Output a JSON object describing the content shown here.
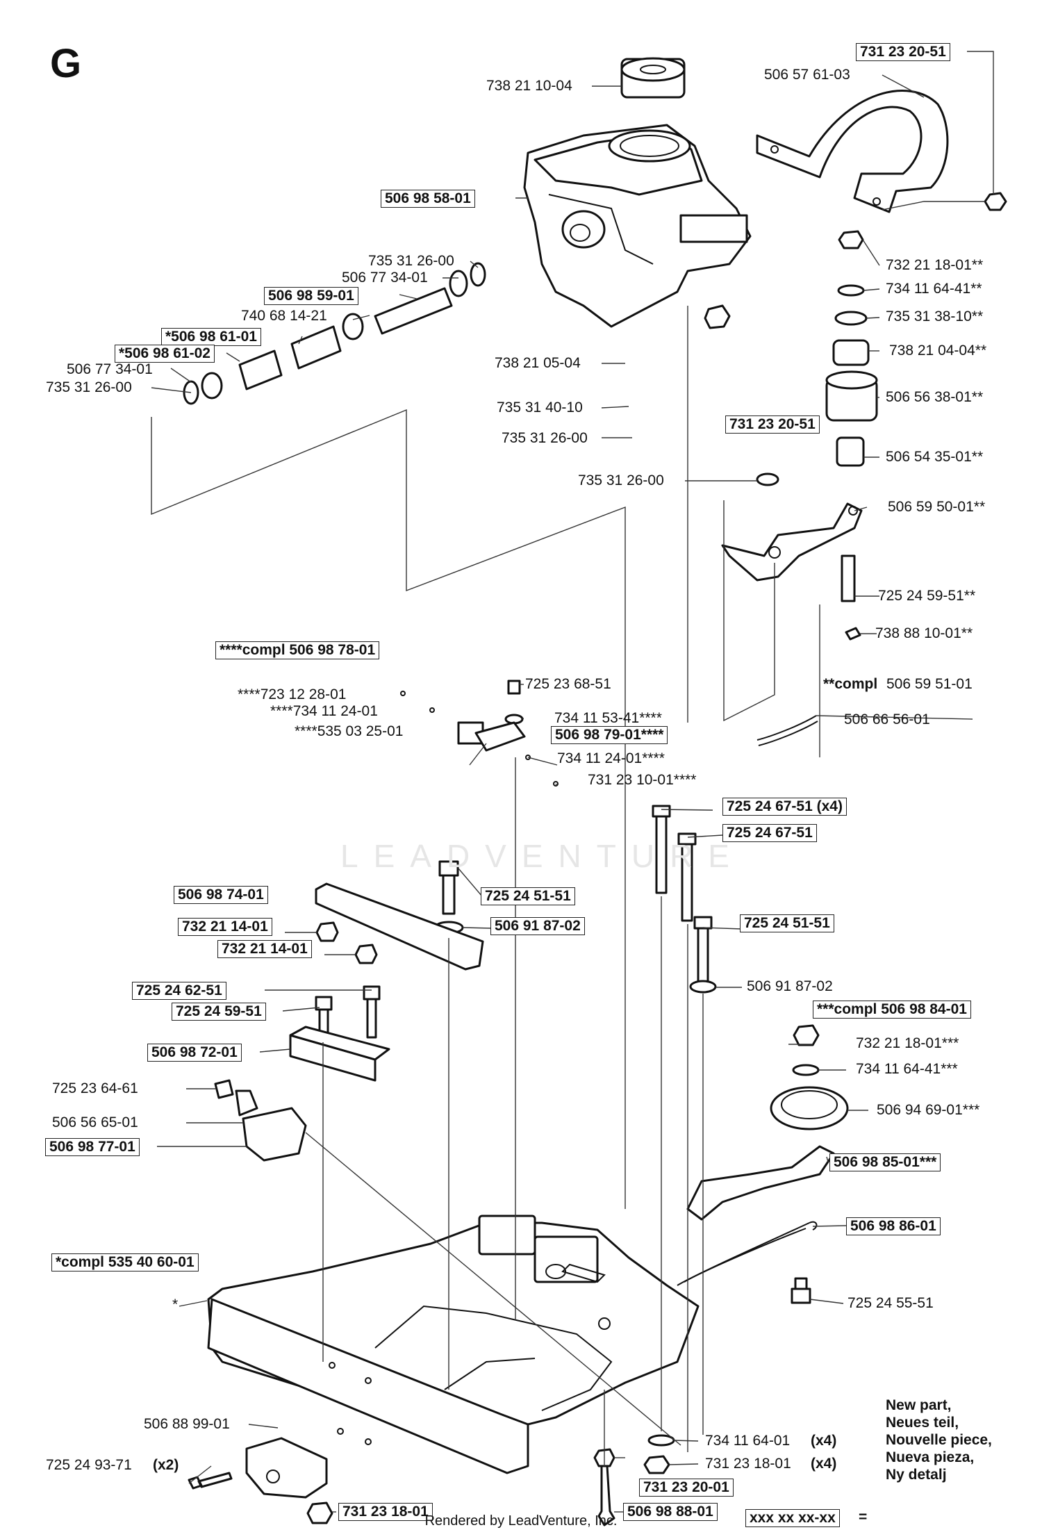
{
  "section_letter": "G",
  "watermark": "LEADVENTURE",
  "footer": "Rendered by LeadVenture, Inc.",
  "legend": {
    "placeholder": "xxx xx xx-xx",
    "equals": "=",
    "lines": [
      "New part,",
      "Neues teil,",
      "Nouvelle piece,",
      "Nueva pieza,",
      "Ny detalj"
    ]
  },
  "labels": [
    {
      "id": "l01",
      "text": "731 23 20-51",
      "boxed": true
    },
    {
      "id": "l02",
      "text": "506 57 61-03",
      "boxed": false
    },
    {
      "id": "l03",
      "text": "738 21 10-04",
      "boxed": false
    },
    {
      "id": "l04",
      "text": "506 98 58-01",
      "boxed": true
    },
    {
      "id": "l05",
      "text": "735 31 26-00",
      "boxed": false
    },
    {
      "id": "l06",
      "text": "506 77 34-01",
      "boxed": false
    },
    {
      "id": "l07",
      "text": "506 98 59-01",
      "boxed": true
    },
    {
      "id": "l08",
      "text": "740 68 14-21",
      "boxed": false
    },
    {
      "id": "l09",
      "text": "*506 98 61-01",
      "boxed": true
    },
    {
      "id": "l10",
      "text": "*506 98 61-02",
      "boxed": true
    },
    {
      "id": "l11",
      "text": "506 77 34-01",
      "boxed": false
    },
    {
      "id": "l12",
      "text": "735 31 26-00",
      "boxed": false
    },
    {
      "id": "l13",
      "text": "732 21 18-01**",
      "boxed": false
    },
    {
      "id": "l14",
      "text": "734 11 64-41**",
      "boxed": false
    },
    {
      "id": "l15",
      "text": "735 31 38-10**",
      "boxed": false
    },
    {
      "id": "l16",
      "text": "738 21 04-04**",
      "boxed": false
    },
    {
      "id": "l17",
      "text": "738 21 05-04",
      "boxed": false
    },
    {
      "id": "l18",
      "text": "506 56 38-01**",
      "boxed": false
    },
    {
      "id": "l19",
      "text": "735 31 40-10",
      "boxed": false
    },
    {
      "id": "l20",
      "text": "731 23 20-51",
      "boxed": true
    },
    {
      "id": "l21",
      "text": "735 31 26-00",
      "boxed": false
    },
    {
      "id": "l22",
      "text": "506 54 35-01**",
      "boxed": false
    },
    {
      "id": "l23",
      "text": "735 31 26-00",
      "boxed": false
    },
    {
      "id": "l24",
      "text": "506 59 50-01**",
      "boxed": false
    },
    {
      "id": "l25",
      "text": "725 24 59-51**",
      "boxed": false
    },
    {
      "id": "l26",
      "text": "738 88 10-01**",
      "boxed": false
    },
    {
      "id": "l27",
      "text": "****compl 506 98 78-01",
      "boxed": true
    },
    {
      "id": "l28",
      "text": "725 23 68-51",
      "boxed": false
    },
    {
      "id": "l29a",
      "text": "**compl",
      "boxed": false,
      "bold": true
    },
    {
      "id": "l29b",
      "text": "506 59 51-01",
      "boxed": false
    },
    {
      "id": "l30",
      "text": "****723 12 28-01",
      "boxed": false
    },
    {
      "id": "l31",
      "text": "****734 11 24-01",
      "boxed": false
    },
    {
      "id": "l32",
      "text": "734 11 53-41****",
      "boxed": false
    },
    {
      "id": "l33",
      "text": "506 66 56-01",
      "boxed": false
    },
    {
      "id": "l34",
      "text": "****535 03 25-01",
      "boxed": false
    },
    {
      "id": "l35",
      "text": "506 98 79-01****",
      "boxed": true
    },
    {
      "id": "l36",
      "text": "734 11 24-01****",
      "boxed": false
    },
    {
      "id": "l37",
      "text": "731 23 10-01****",
      "boxed": false
    },
    {
      "id": "l38",
      "text": "725 24 67-51 (x4)",
      "boxed": true
    },
    {
      "id": "l39",
      "text": "725 24 67-51",
      "boxed": true
    },
    {
      "id": "l40",
      "text": "506 98 74-01",
      "boxed": true
    },
    {
      "id": "l41",
      "text": "725 24 51-51",
      "boxed": true
    },
    {
      "id": "l42",
      "text": "732 21 14-01",
      "boxed": true
    },
    {
      "id": "l43",
      "text": "506 91 87-02",
      "boxed": true
    },
    {
      "id": "l44",
      "text": "725 24 51-51",
      "boxed": true
    },
    {
      "id": "l45",
      "text": "732 21 14-01",
      "boxed": true
    },
    {
      "id": "l46",
      "text": "506 91 87-02",
      "boxed": false
    },
    {
      "id": "l47",
      "text": "725 24 62-51",
      "boxed": true
    },
    {
      "id": "l48",
      "text": "***compl 506 98 84-01",
      "boxed": true
    },
    {
      "id": "l49",
      "text": "725 24 59-51",
      "boxed": true
    },
    {
      "id": "l50",
      "text": "732 21 18-01***",
      "boxed": false
    },
    {
      "id": "l51",
      "text": "506 98 72-01",
      "boxed": true
    },
    {
      "id": "l52",
      "text": "734 11 64-41***",
      "boxed": false
    },
    {
      "id": "l53",
      "text": "725 23 64-61",
      "boxed": false
    },
    {
      "id": "l54",
      "text": "506 94 69-01***",
      "boxed": false
    },
    {
      "id": "l55",
      "text": "506 56 65-01",
      "boxed": false
    },
    {
      "id": "l56",
      "text": "506 98 77-01",
      "boxed": true
    },
    {
      "id": "l57",
      "text": "506 98 85-01***",
      "boxed": true
    },
    {
      "id": "l58",
      "text": "506 98 86-01",
      "boxed": true
    },
    {
      "id": "l59",
      "text": "*compl 535 40 60-01",
      "boxed": true
    },
    {
      "id": "l60",
      "text": "*",
      "boxed": false
    },
    {
      "id": "l61",
      "text": "725 24 55-51",
      "boxed": false
    },
    {
      "id": "l62",
      "text": "506 88 99-01",
      "boxed": false
    },
    {
      "id": "l63a",
      "text": "734 11 64-01",
      "boxed": false
    },
    {
      "id": "l63b",
      "text": "(x4)",
      "boxed": false,
      "bold": true
    },
    {
      "id": "l64a",
      "text": "725 24 93-71",
      "boxed": false
    },
    {
      "id": "l64b",
      "text": "(x2)",
      "boxed": false,
      "bold": true
    },
    {
      "id": "l65a",
      "text": "731 23 18-01",
      "boxed": false
    },
    {
      "id": "l65b",
      "text": "(x4)",
      "boxed": false,
      "bold": true
    },
    {
      "id": "l66",
      "text": "731 23 20-01",
      "boxed": true
    },
    {
      "id": "l67",
      "text": "731 23 18-01",
      "boxed": true
    },
    {
      "id": "l68",
      "text": "506 98 88-01",
      "boxed": true
    }
  ]
}
